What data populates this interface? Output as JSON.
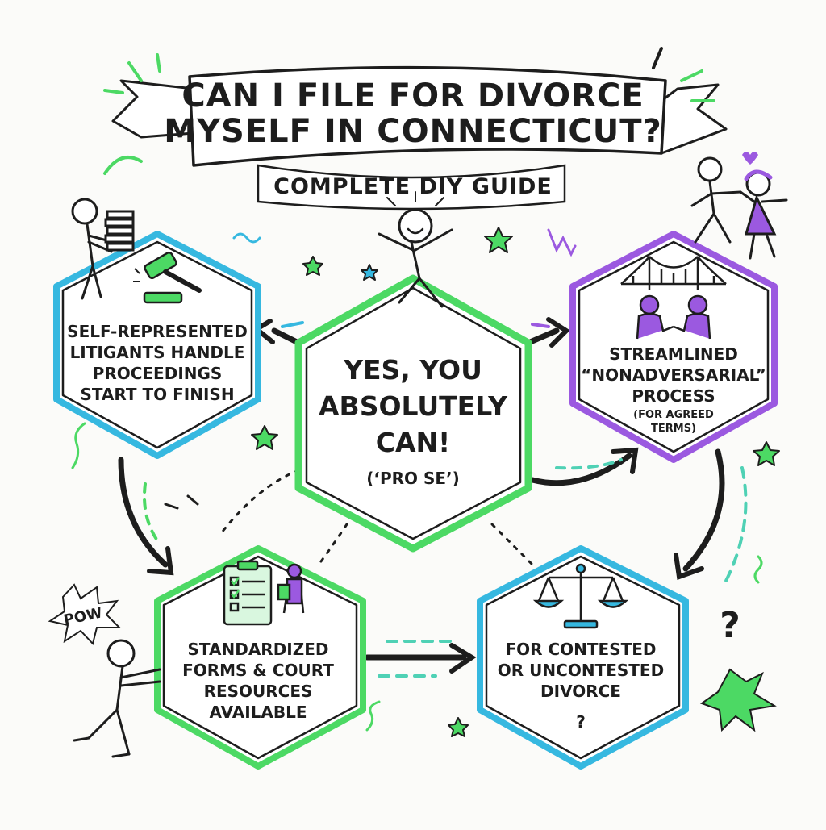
{
  "title": {
    "line1": "CAN I FILE FOR DIVORCE",
    "line2": "MYSELF IN CONNECTICUT?",
    "subtitle": "COMPLETE DIY GUIDE"
  },
  "center": {
    "lines": [
      "YES, YOU",
      "ABSOLUTELY",
      "CAN!",
      "(‘PRO SE’)"
    ]
  },
  "nodes": {
    "top_left": {
      "lines": [
        "SELF-REPRESENTED",
        "LITIGANTS HANDLE",
        "PROCEEDINGS",
        "START TO FINISH"
      ],
      "icon": "gavel-icon"
    },
    "top_right": {
      "lines": [
        "STREAMLINED",
        "“NONADVERSARIAL”",
        "PROCESS"
      ],
      "note": [
        "(FOR AGREED",
        "TERMS)"
      ],
      "icon": "bridge-handshake-icon"
    },
    "bottom_left": {
      "lines": [
        "STANDARDIZED",
        "FORMS & COURT",
        "RESOURCES",
        "AVAILABLE"
      ],
      "icon": "clipboard-checklist-icon"
    },
    "bottom_right": {
      "lines": [
        "FOR CONTESTED",
        "OR UNCONTESTED",
        "DIVORCE",
        "?"
      ],
      "icon": "scales-of-justice-icon"
    }
  },
  "decorations": {
    "pow": "POW",
    "question_mark": "?"
  },
  "colors": {
    "green": "#4cd964",
    "blue": "#36b8e0",
    "purple": "#9b59e0",
    "ink": "#1d1d1d",
    "teal": "#4fd1b5"
  }
}
